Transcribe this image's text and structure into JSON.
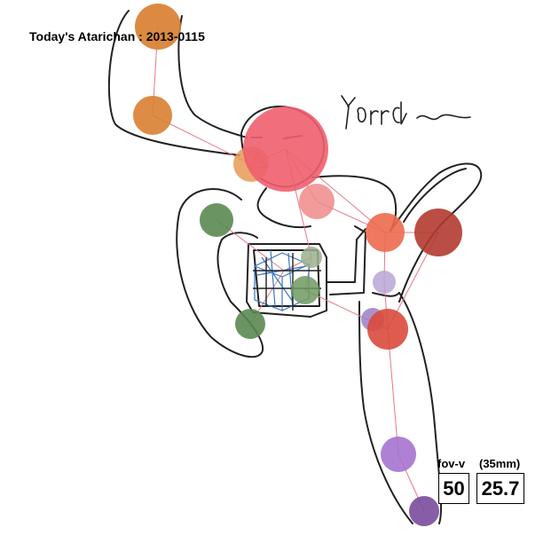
{
  "title": "Today's Atarichan : 2013-0115",
  "scribble_text": "Yorrd ~",
  "fov": {
    "label": "fov-v",
    "mm_label": "(35mm)",
    "value": "50",
    "mm_value": "25.7"
  },
  "colors": {
    "head": "#ef5f6e",
    "orange": "#d98032",
    "green": "#5a8a52",
    "salmon": "#f08a8a",
    "red_orange": "#ec6a4e",
    "dark_red": "#b23a30",
    "lavender": "#b9a4d6",
    "purple": "#a573cf",
    "dark_purple": "#7a4b9e",
    "line": "#e8788a",
    "outline": "#222222",
    "blue": "#3a76c4"
  }
}
